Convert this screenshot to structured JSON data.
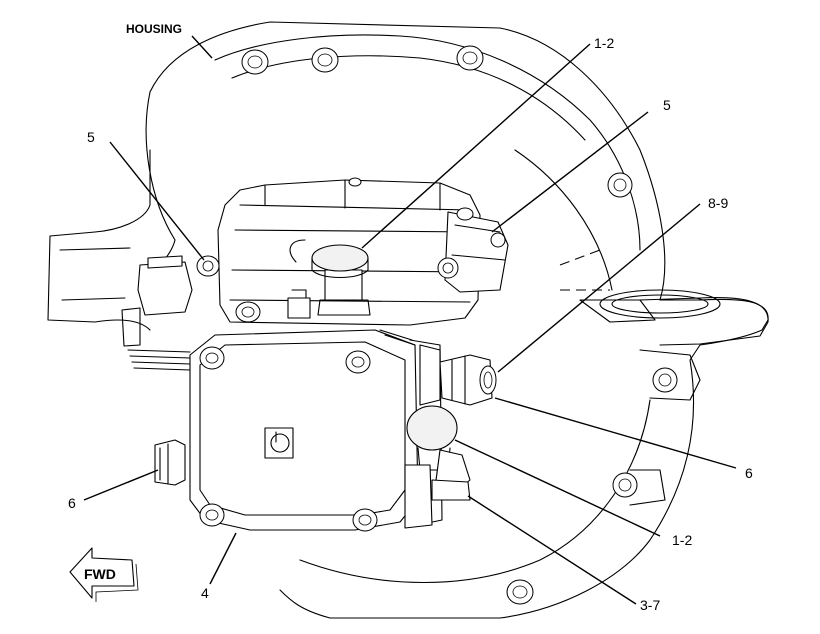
{
  "diagram": {
    "labels": {
      "housing": "HOUSING",
      "top_1_2": "1-2",
      "top_right_5": "5",
      "left_5": "5",
      "right_8_9": "8-9",
      "right_6": "6",
      "left_6": "6",
      "bottom_right_1_2": "1-2",
      "bottom_4": "4",
      "bottom_3_7": "3-7",
      "fwd": "FWD"
    }
  }
}
